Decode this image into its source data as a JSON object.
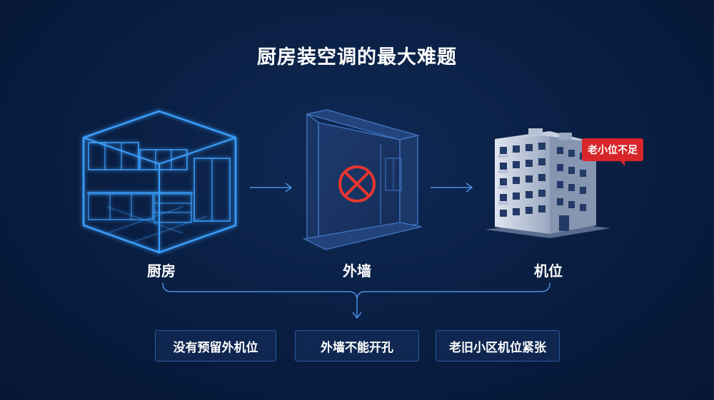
{
  "title": "厨房装空调的最大难题",
  "nodes": [
    {
      "label": "厨房",
      "icon": "kitchen-wireframe-icon"
    },
    {
      "label": "外墙",
      "icon": "wall-blocked-icon"
    },
    {
      "label": "机位",
      "icon": "apartment-building-icon"
    }
  ],
  "building_badge": "老小位不足",
  "problems": [
    "没有预留外机位",
    "外墙不能开孔",
    "老旧小区机位紧张"
  ],
  "colors": {
    "background": "#0a1f44",
    "wireframe": "#3aa0ff",
    "arrow": "#4d8ee0",
    "prohibit": "#e8362f",
    "badge": "#d8262a",
    "box_border": "#2c5a9c"
  }
}
